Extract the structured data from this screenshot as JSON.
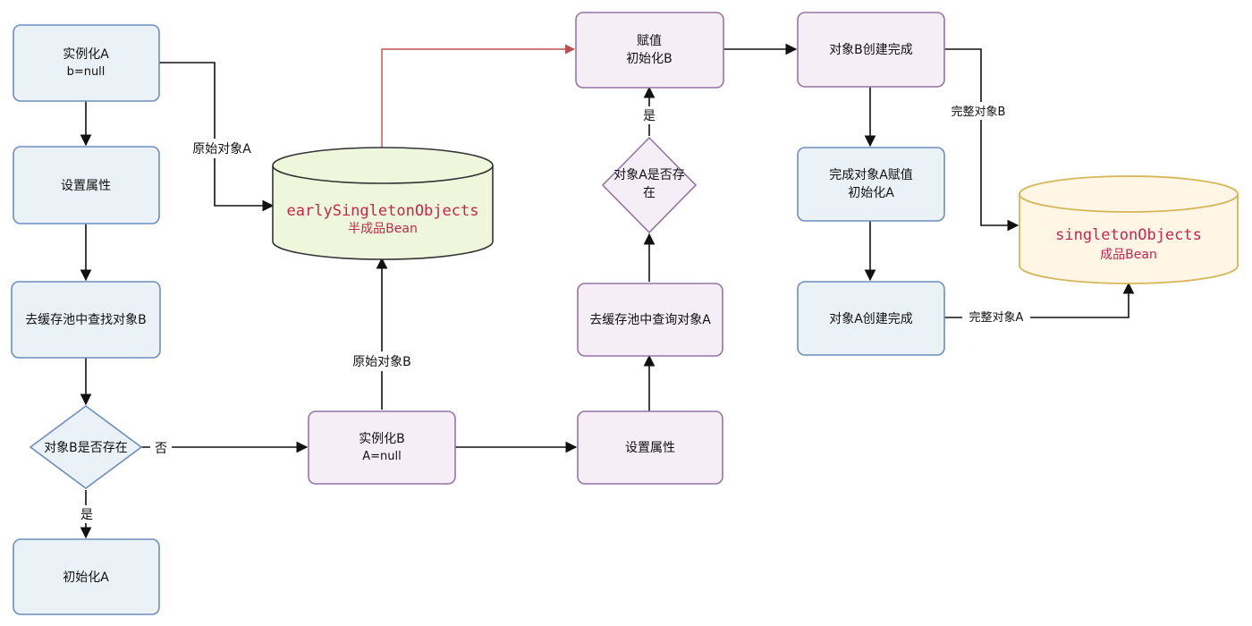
{
  "nodes": {
    "instantiate_a": {
      "line1": "实例化A",
      "line2": "b=null"
    },
    "set_props_a": {
      "line1": "设置属性"
    },
    "find_b_in_cache": {
      "line1": "去缓存池中查找对象B"
    },
    "b_exists": {
      "line1": "对象B是否存在"
    },
    "init_a": {
      "line1": "初始化A"
    },
    "early_singletons": {
      "line1": "earlySingletonObjects",
      "line2": "半成品Bean"
    },
    "instantiate_b": {
      "line1": "实例化B",
      "line2": "A=null"
    },
    "set_props_b": {
      "line1": "设置属性"
    },
    "query_a_in_cache": {
      "line1": "去缓存池中查询对象A"
    },
    "a_exists": {
      "line1": "对象A是否存",
      "line2": "在"
    },
    "assign_init_b": {
      "line1": "赋值",
      "line2": "初始化B"
    },
    "b_created": {
      "line1": "对象B创建完成"
    },
    "assign_init_a": {
      "line1": "完成对象A赋值",
      "line2": "初始化A"
    },
    "a_created": {
      "line1": "对象A创建完成"
    },
    "singletons": {
      "line1": "singletonObjects",
      "line2": "成品Bean"
    }
  },
  "edge_labels": {
    "raw_a": "原始对象A",
    "no": "否",
    "yes_bottom": "是",
    "raw_b": "原始对象B",
    "yes_top": "是",
    "complete_b": "完整对象B",
    "complete_a": "完整对象A"
  },
  "colors": {
    "blue_stroke": "#6c8ebf",
    "purple_stroke": "#9673a6",
    "green_fill": "#eef7dc",
    "gold_stroke": "#d6b656",
    "code_text": "#c7254e",
    "red_edge": "#c0504d"
  }
}
